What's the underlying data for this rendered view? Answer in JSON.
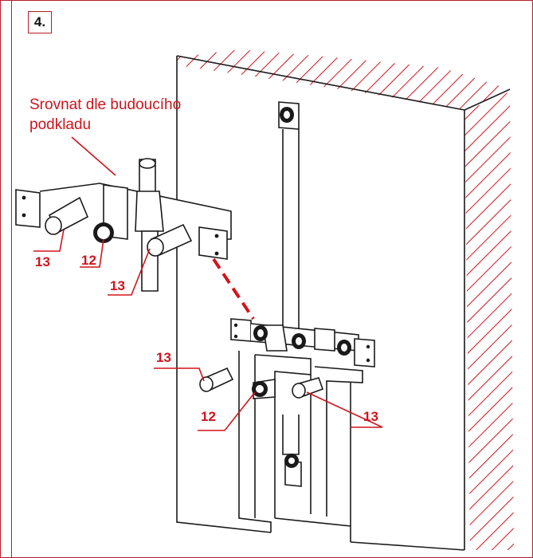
{
  "step": {
    "number": "4."
  },
  "note": {
    "line1": "Srovnat dle budoucího",
    "line2": "podkladu"
  },
  "callouts": {
    "c1": "13",
    "c2": "12",
    "c3": "13",
    "c4": "13",
    "c5": "12",
    "c6": "13"
  },
  "colors": {
    "accent": "#d0141c",
    "frame": "#b3202a",
    "ink": "#1a1a1a"
  }
}
